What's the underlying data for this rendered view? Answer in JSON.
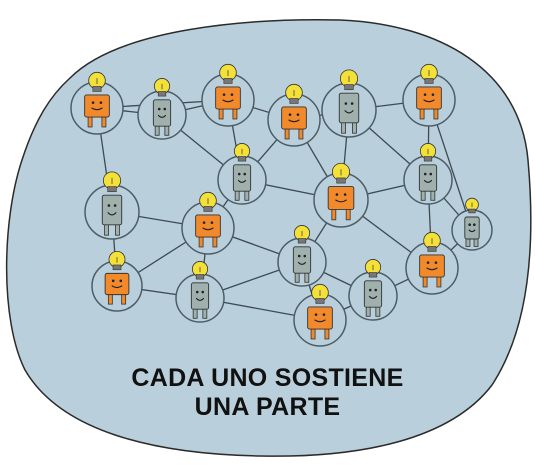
{
  "caption": {
    "line1": "CADA UNO SOSTIENE",
    "line2": "UNA PARTE"
  },
  "colors": {
    "blob_fill": "#b9d0dc",
    "blob_stroke": "#2b2b2b",
    "node_ring": "#4d5d66",
    "edge": "#3d4a52",
    "figure_orange": "#f2892b",
    "figure_grey": "#9fb0ad",
    "bulb_yellow": "#f3e13a",
    "caption_text": "#111111"
  },
  "figure_types": [
    "orange-figure",
    "grey-figure"
  ],
  "icons": [
    "lightbulb-icon",
    "smiley-face-icon"
  ]
}
